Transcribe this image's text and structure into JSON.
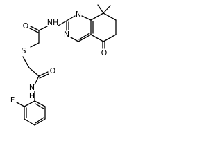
{
  "molecule": {
    "atoms": {
      "nh_top": "NH",
      "n_ring_left": "N",
      "n_ring_bottom": "N",
      "o_ketone": "O",
      "o_amide_top": "O",
      "s": "S",
      "o_amide_bottom": "O",
      "nh_bottom": "N",
      "h_bottom": "H",
      "f": "F"
    },
    "colors": {
      "bond": "#000000",
      "label": "#000000",
      "background": "#ffffff"
    }
  }
}
